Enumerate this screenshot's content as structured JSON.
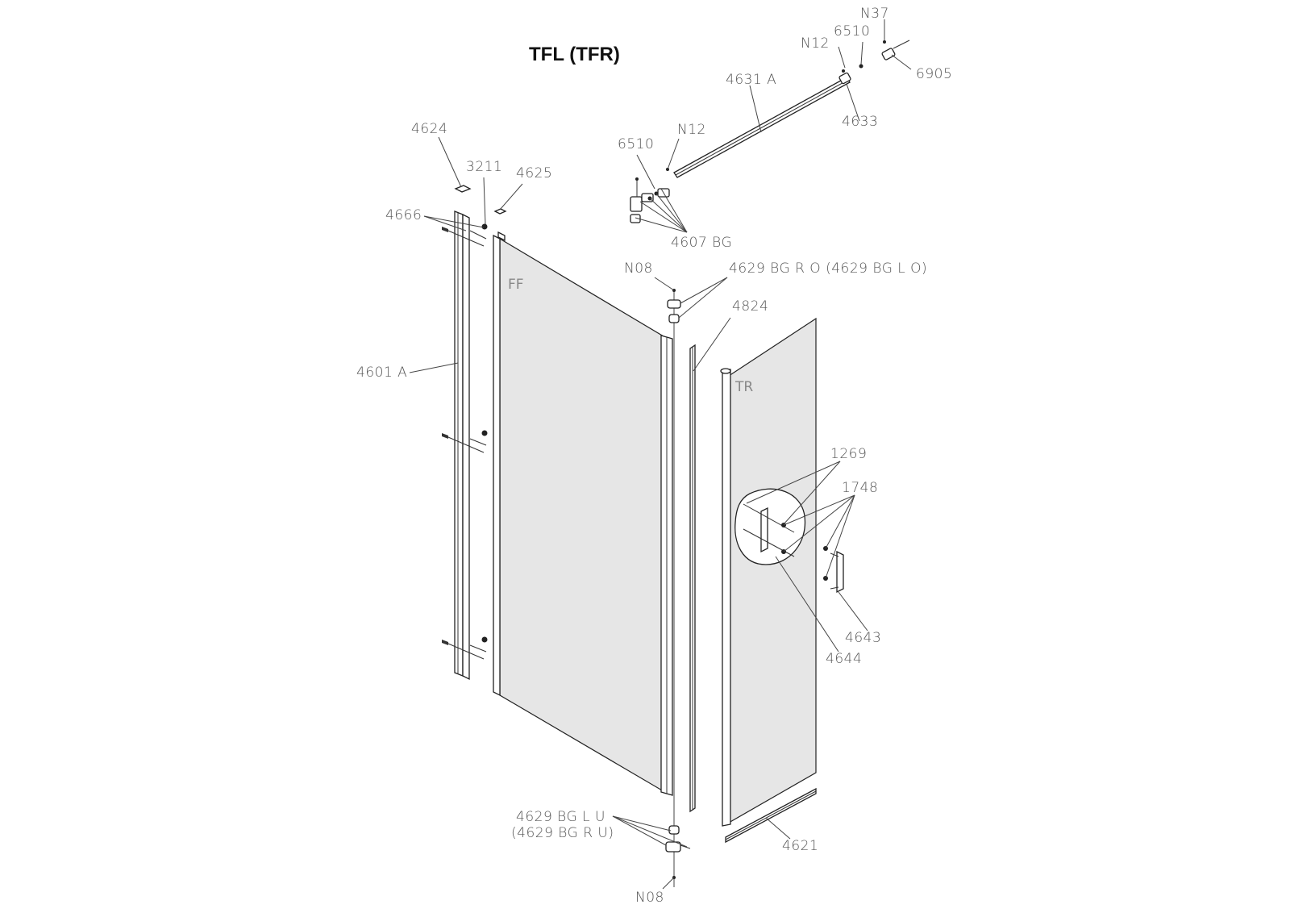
{
  "title": "TFL (TFR)",
  "panel_labels": {
    "fixed": "FF",
    "door": "TR"
  },
  "labels": {
    "n37": "N37",
    "n12_top": "N12",
    "p6510_top": "6510",
    "p6905": "6905",
    "p4631a": "4631 A",
    "p4633": "4633",
    "p4624": "4624",
    "p3211": "3211",
    "p4625": "4625",
    "p6510": "6510",
    "n12": "N12",
    "p4666": "4666",
    "p4607bg": "4607 BG",
    "n08_top": "N08",
    "p4629_top": "4629 BG R O (4629 BG L O)",
    "p4824": "4824",
    "p4601a": "4601 A",
    "p1269": "1269",
    "p1748": "1748",
    "p4643": "4643",
    "p4644": "4644",
    "p4629_bot1": "4629 BG L U",
    "p4629_bot2": "(4629 BG R U)",
    "p4621": "4621",
    "n08_bot": "N08"
  }
}
